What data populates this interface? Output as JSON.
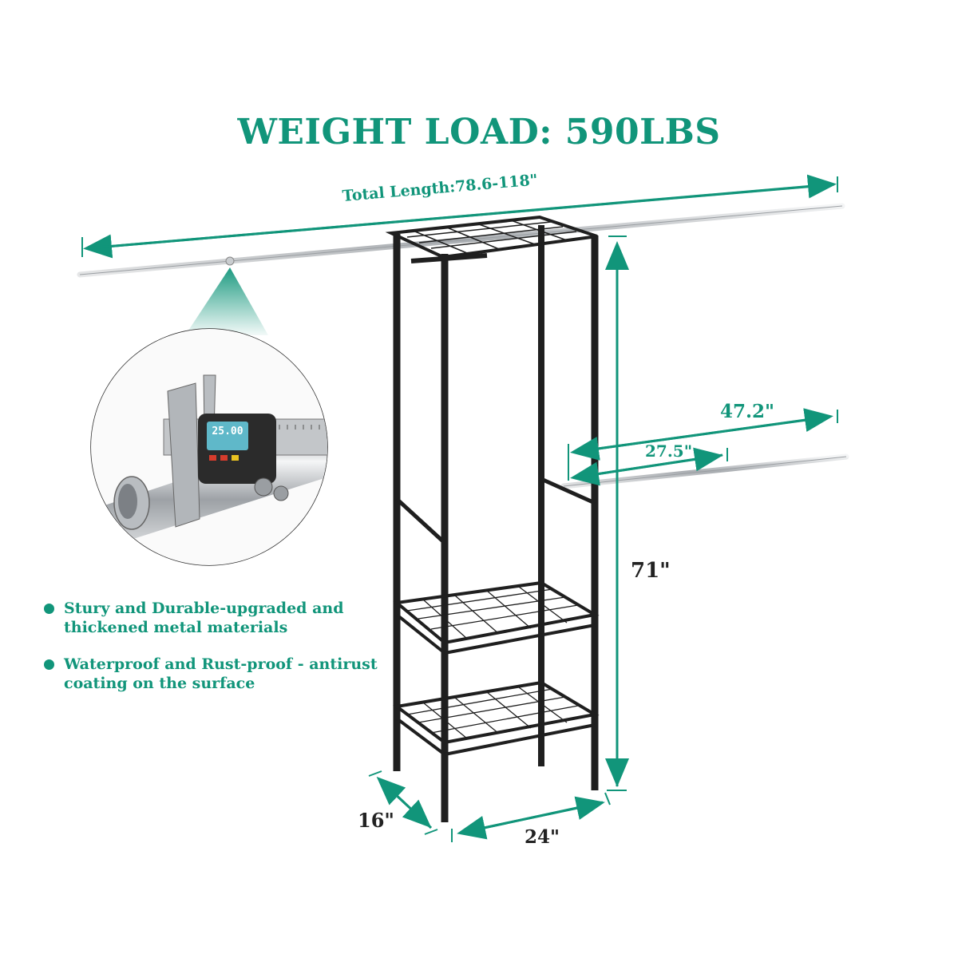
{
  "headline": "WEIGHT LOAD: 590LBS",
  "dimensions": {
    "total_length": "Total Length:78.6-118\"",
    "right_outer": "47.2\"",
    "right_inner": "27.5\"",
    "height": "71\"",
    "depth": "16\"",
    "width": "24\""
  },
  "caliper_readout": "25.00",
  "features": [
    {
      "line1": "Stury and Durable-upgraded and",
      "line2": "thickened metal materials"
    },
    {
      "line1": "Waterproof and Rust-proof - antirust",
      "line2": "coating on the surface"
    }
  ],
  "colors": {
    "accent": "#11957a",
    "rack": "#1f1f1f",
    "rod": "#b8bcc0"
  }
}
